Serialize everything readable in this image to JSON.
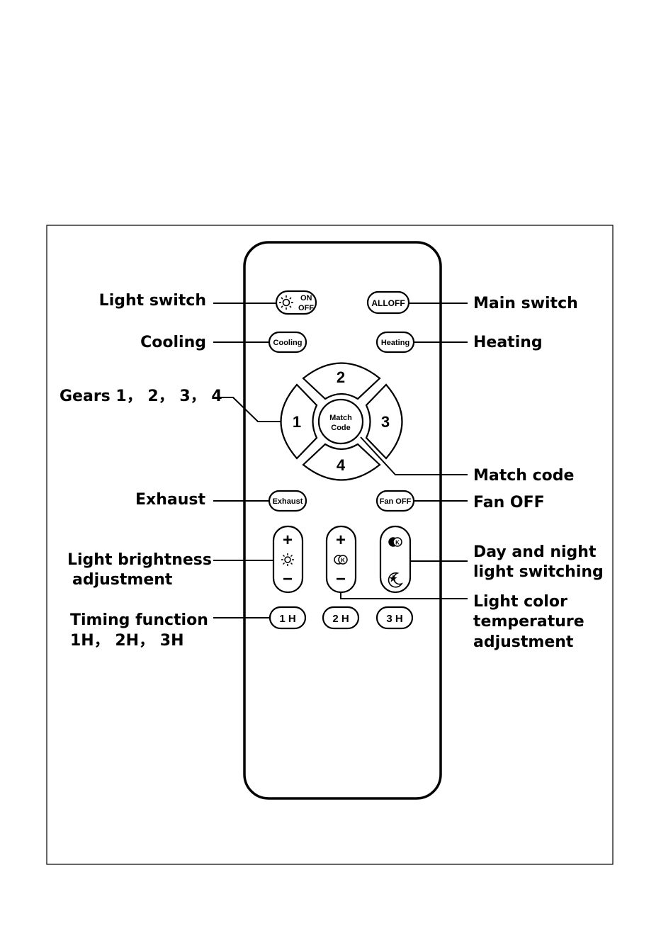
{
  "labels": {
    "light_switch": "Light switch",
    "cooling": "Cooling",
    "gears": "Gears 1， 2， 3， 4",
    "exhaust": "Exhaust",
    "light_brightness_1": "Light brightness",
    "light_brightness_2": "adjustment",
    "timing_1": "Timing function",
    "timing_2": "1H， 2H， 3H",
    "main_switch": "Main switch",
    "heating": "Heating",
    "match_code": "Match code",
    "fan_off": "Fan OFF",
    "day_night_1": "Day and night",
    "day_night_2": "light switching",
    "color_temp_1": "Light color",
    "color_temp_2": "temperature",
    "color_temp_3": "adjustment"
  },
  "buttons": {
    "on": "ON",
    "off": "OFF",
    "all_off": "ALLOFF",
    "cooling": "Cooling",
    "heating": "Heating",
    "gear_1": "1",
    "gear_2": "2",
    "gear_3": "3",
    "gear_4": "4",
    "match_1": "Match",
    "match_2": "Code",
    "exhaust": "Exhaust",
    "fan_off": "Fan OFF",
    "plus": "+",
    "minus": "−",
    "timer_1h": "1 H",
    "timer_2h": "2 H",
    "timer_3h": "3 H",
    "k": "K"
  },
  "icons": [
    "sun-icon",
    "color-temperature-icon",
    "moon-star-icon"
  ],
  "colors": {
    "ink": "#000000",
    "background": "#ffffff"
  }
}
